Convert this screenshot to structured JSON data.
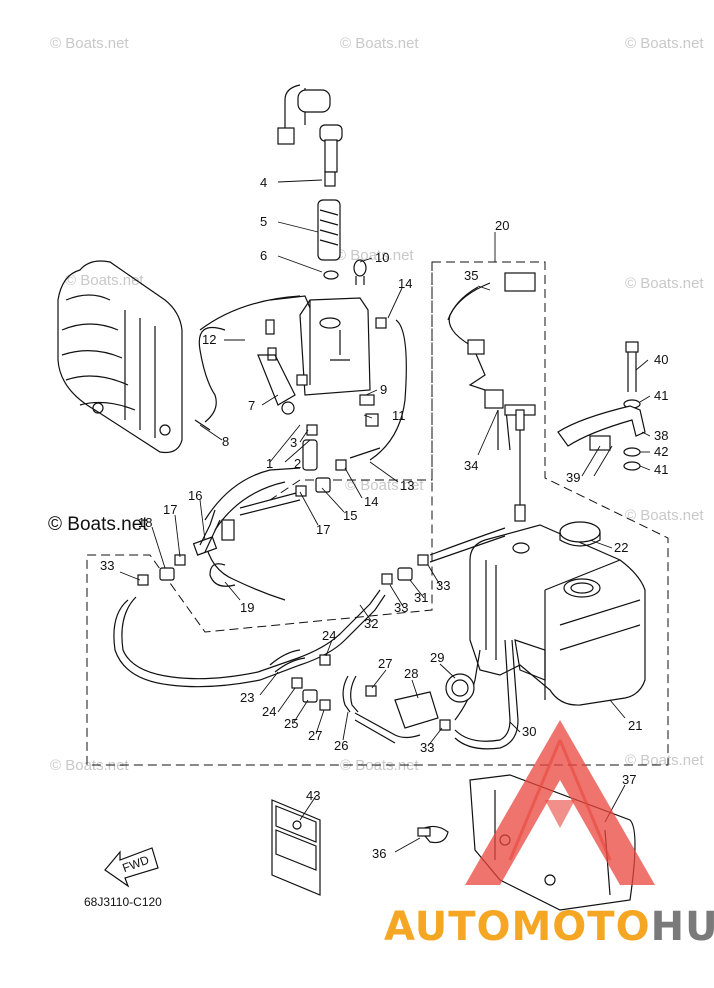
{
  "watermarks": {
    "small": "© Boats.net",
    "large": "© Boats.net"
  },
  "diagram_code": "68J3110-C120",
  "fwd_label": "FWD",
  "brand": {
    "part1": "AUTOMOTO",
    "part2": "HUB",
    "color1": "#f5a623",
    "color2": "#7a7a7a",
    "triangle_color": "#e8463c"
  },
  "callouts": {
    "c1": "1",
    "c2": "2",
    "c3": "3",
    "c4": "4",
    "c5": "5",
    "c6": "6",
    "c7": "7",
    "c8": "8",
    "c9": "9",
    "c10": "10",
    "c11": "11",
    "c12": "12",
    "c13": "13",
    "c14a": "14",
    "c14b": "14",
    "c15": "15",
    "c16": "16",
    "c17a": "17",
    "c17b": "17",
    "c18": "18",
    "c19": "19",
    "c20": "20",
    "c21": "21",
    "c22": "22",
    "c23": "23",
    "c24a": "24",
    "c24b": "24",
    "c25": "25",
    "c26": "26",
    "c27a": "27",
    "c27b": "27",
    "c28": "28",
    "c29": "29",
    "c30": "30",
    "c31": "31",
    "c32": "32",
    "c33a": "33",
    "c33b": "33",
    "c33c": "33",
    "c33d": "33",
    "c34": "34",
    "c35": "35",
    "c36": "36",
    "c37": "37",
    "c38": "38",
    "c39": "39",
    "c40": "40",
    "c41a": "41",
    "c41b": "41",
    "c42": "42",
    "c43": "43"
  }
}
